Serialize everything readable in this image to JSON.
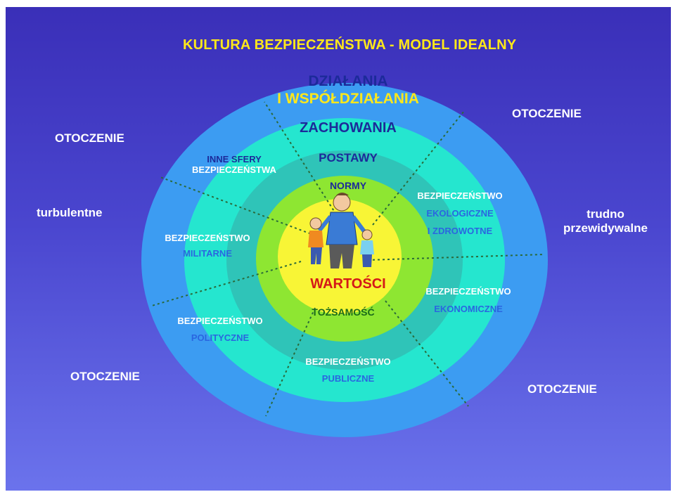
{
  "title": "KULTURA BEZPIECZEŃSTWA - MODEL IDEALNY",
  "environment": {
    "top_left": "OTOCZENIE",
    "top_right": "OTOCZENIE",
    "bottom_left": "OTOCZENIE",
    "bottom_right": "OTOCZENIE",
    "left_descriptor": "turbulentne",
    "right_descriptor_line1": "trudno",
    "right_descriptor_line2": "przewidywalne"
  },
  "rings": {
    "outer_line1": "DZIAŁANIA",
    "outer_line2": "I WSPÓŁDZIAŁANIA",
    "behaviours": "ZACHOWANIA",
    "attitudes": "POSTAWY",
    "norms": "NORMY",
    "values": "WARTOŚCI",
    "identity": "TOŻSAMOŚĆ"
  },
  "sectors": {
    "other_line1": "INNE SFERY",
    "other_line2": "BEZPIECZEŃSTWA",
    "military_line1": "BEZPIECZEŃSTWO",
    "military_line2": "MILITARNE",
    "political_line1": "BEZPIECZEŃSTWO",
    "political_line2": "POLITYCZNE",
    "public_line1": "BEZPIECZEŃSTWO",
    "public_line2": "PUBLICZNE",
    "economic_line1": "BEZPIECZEŃSTWO",
    "economic_line2": "EKONOMICZNE",
    "ecological_line1": "BEZPIECZEŃSTWO",
    "ecological_line2": "EKOLOGICZNE",
    "ecological_line3": "I ZDROWOTNE"
  },
  "colors": {
    "outer_ring": "#3c9cf2",
    "ring_2": "#25e6cf",
    "ring_3": "#2fc4b8",
    "ring_4": "#8ee632",
    "core": "#f8f536",
    "title": "#ffe81a",
    "values_text": "#d41818"
  }
}
